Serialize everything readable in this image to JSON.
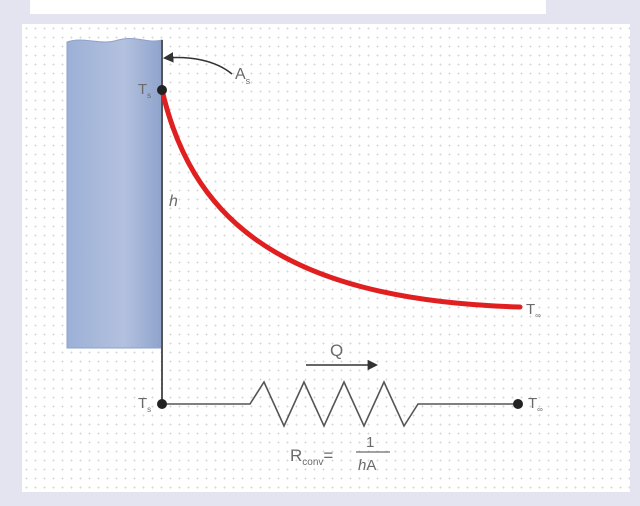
{
  "labels": {
    "surface_area": "A",
    "surface_area_sub": "s",
    "surface_temp": "T",
    "surface_temp_sub": "s",
    "ambient_temp": "T",
    "ambient_temp_sub": "∞",
    "heat_coeff": "h",
    "heat_flow": "Q",
    "resistance_r": "R",
    "resistance_sub": "conv",
    "resistance_eq": "=",
    "numerator": "1",
    "denominator_h": "h",
    "denominator_a": "A",
    "node_left_t": "T",
    "node_left_sub": "s",
    "node_right_t": "T",
    "node_right_sub": "∞"
  },
  "colors": {
    "wall": "#a9b9d8",
    "curve": "#e02020",
    "line": "#606060",
    "text": "#6a6a6a"
  }
}
